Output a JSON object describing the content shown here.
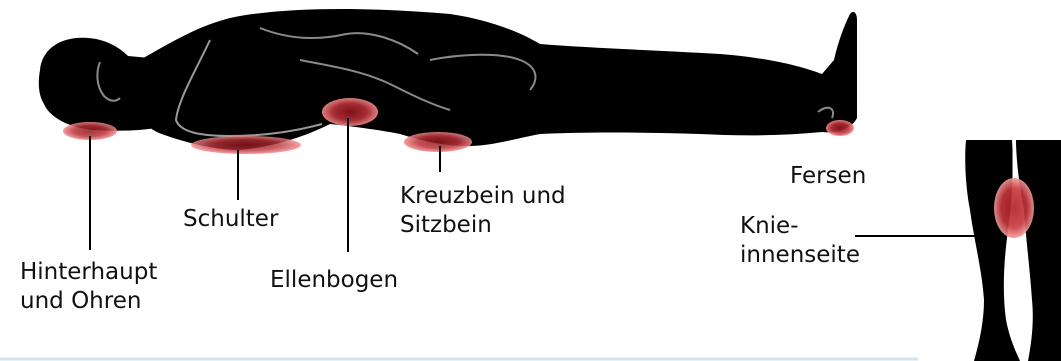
{
  "colors": {
    "body": "#000000",
    "pressure_zone": "#f07b7b",
    "pressure_zone_core": "#9c1a22",
    "leader_line": "#000000",
    "bottom_rule": "#cfe6ee"
  },
  "labels": {
    "hinterhaupt": [
      "Hinterhaupt",
      "und Ohren"
    ],
    "schulter": [
      "Schulter"
    ],
    "ellenbogen": [
      "Ellenbogen"
    ],
    "kreuzbein": [
      "Kreuzbein und",
      "Sitzbein"
    ],
    "fersen": [
      "Fersen"
    ],
    "knie": [
      "Knie-",
      "innenseite"
    ]
  }
}
